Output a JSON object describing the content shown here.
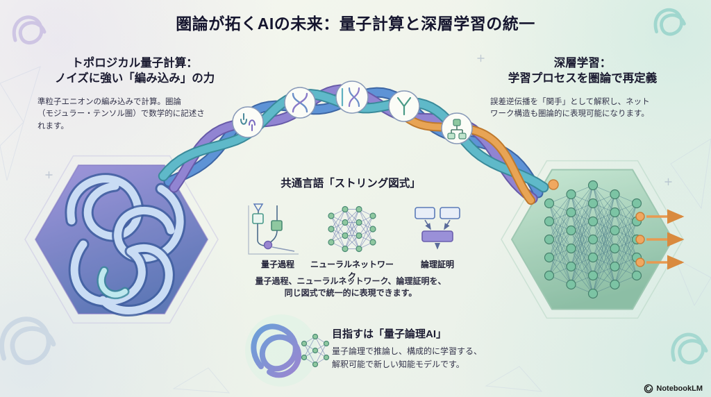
{
  "page": {
    "title": "圏論が拓くAIの未来：量子計算と深層学習の統一"
  },
  "left_section": {
    "heading_lines": [
      "トポロジカル量子計算：",
      "ノイズに強い「編み込み」の力"
    ],
    "body_lines": [
      "準粒子エニオンの編み込みで計算。圏論",
      "（モジュラー・テンソル圏）で数学的に記述さ",
      "れます。"
    ]
  },
  "right_section": {
    "heading_lines": [
      "深層学習：",
      "学習プロセスを圏論で再定義"
    ],
    "body_lines": [
      "誤差逆伝播を「関手」として解釈し、ネット",
      "ワーク構造も圏論的に表現可能になります。"
    ]
  },
  "center_section": {
    "heading": "共通言語「ストリング図式」",
    "diagram_labels": [
      "量子過程",
      "ニューラルネットワーク",
      "論理証明"
    ],
    "caption_lines": [
      "量子過程、ニューラルネットワーク、論理証明を、",
      "同じ図式で統一的に表現できます。"
    ]
  },
  "goal_section": {
    "heading": "目指すは「量子論理AI」",
    "body_lines": [
      "量子論理で推論し、構成的に学習する、",
      "解釈可能で新しい知能モデルです。"
    ]
  },
  "watermark": {
    "label": "NotebookLM"
  },
  "colors": {
    "title_text": "#15152e",
    "body_text": "#33334a",
    "braid_blue": "#5e93d6",
    "braid_purple": "#9184d2",
    "braid_teal": "#5fb9c9",
    "accent_orange": "#e89a50",
    "hex_left_purple": "#8a7fd0",
    "hex_right_green": "#8cc9ab",
    "node_green": "#7cc4a4"
  }
}
